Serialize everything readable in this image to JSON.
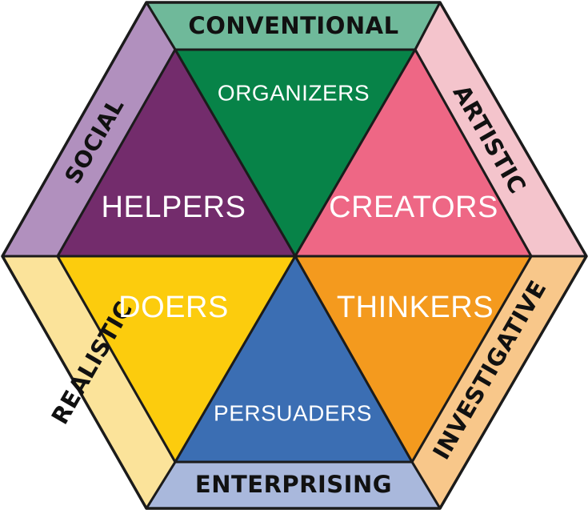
{
  "types": {
    "conventional": "CONVENTIONAL",
    "artistic": "ARTISTIC",
    "investigative": "INVESTIGATIVE",
    "enterprising": "ENTERPRISING",
    "realistic": "REALISTIC",
    "social": "SOCIAL"
  },
  "roles": {
    "organizers": "ORGANIZERS",
    "creators": "CREATORS",
    "thinkers": "THINKERS",
    "persuaders": "PERSUADERS",
    "doers": "DOERS",
    "helpers": "HELPERS"
  },
  "colors": {
    "conventional_band": "#6fb99a",
    "artistic_band": "#f4c4cc",
    "investigative_band": "#f8c78a",
    "enterprising_band": "#a9b8dc",
    "realistic_band": "#fbe39a",
    "social_band": "#b190be",
    "organizers": "#078348",
    "creators": "#ee6785",
    "thinkers": "#f49a1e",
    "persuaders": "#3b6eb3",
    "doers": "#fccc0d",
    "helpers": "#732c6c"
  }
}
